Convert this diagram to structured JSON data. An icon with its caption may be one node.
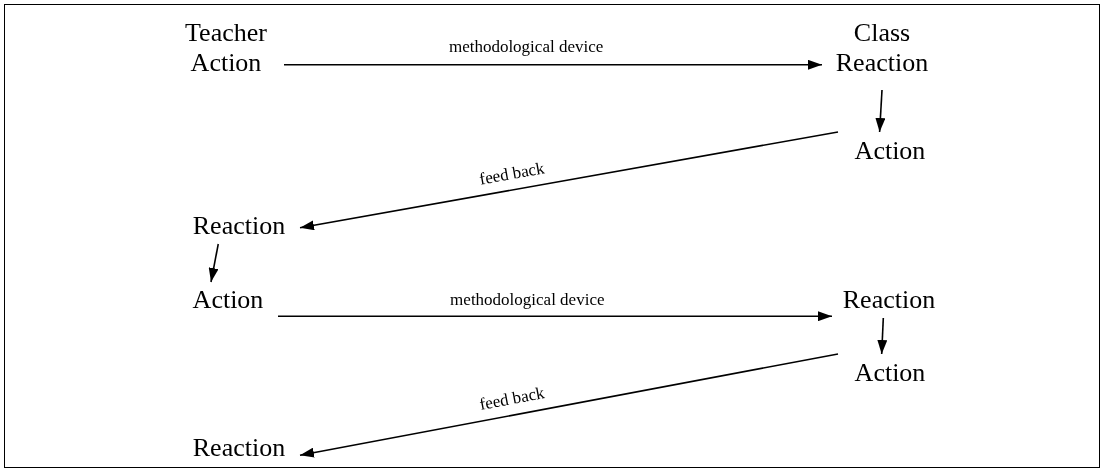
{
  "diagram": {
    "nodes": [
      {
        "text": [
          "Teacher Action"
        ]
      },
      {
        "text": [
          "Class Reaction"
        ]
      },
      {
        "text": [
          "Action"
        ]
      },
      {
        "text": [
          "Reaction"
        ]
      },
      {
        "text": [
          "Action"
        ]
      },
      {
        "text": [
          "Reaction"
        ]
      },
      {
        "text": [
          "Action"
        ]
      },
      {
        "text": [
          "Reaction"
        ]
      }
    ],
    "edges": [
      {
        "from": 0,
        "to": 1,
        "arrow": "to",
        "label": "methodological device"
      },
      {
        "from": 1,
        "to": 2,
        "arrow": "to"
      },
      {
        "from": 2,
        "to": 3,
        "arrow": "to",
        "label": "feed back"
      },
      {
        "from": 3,
        "to": 4,
        "arrow": "to"
      },
      {
        "from": 4,
        "to": 5,
        "arrow": "to",
        "label": "methodological device"
      },
      {
        "from": 5,
        "to": 6,
        "arrow": "to"
      },
      {
        "from": 6,
        "to": 7,
        "arrow": "to",
        "label": "feed back"
      }
    ]
  }
}
